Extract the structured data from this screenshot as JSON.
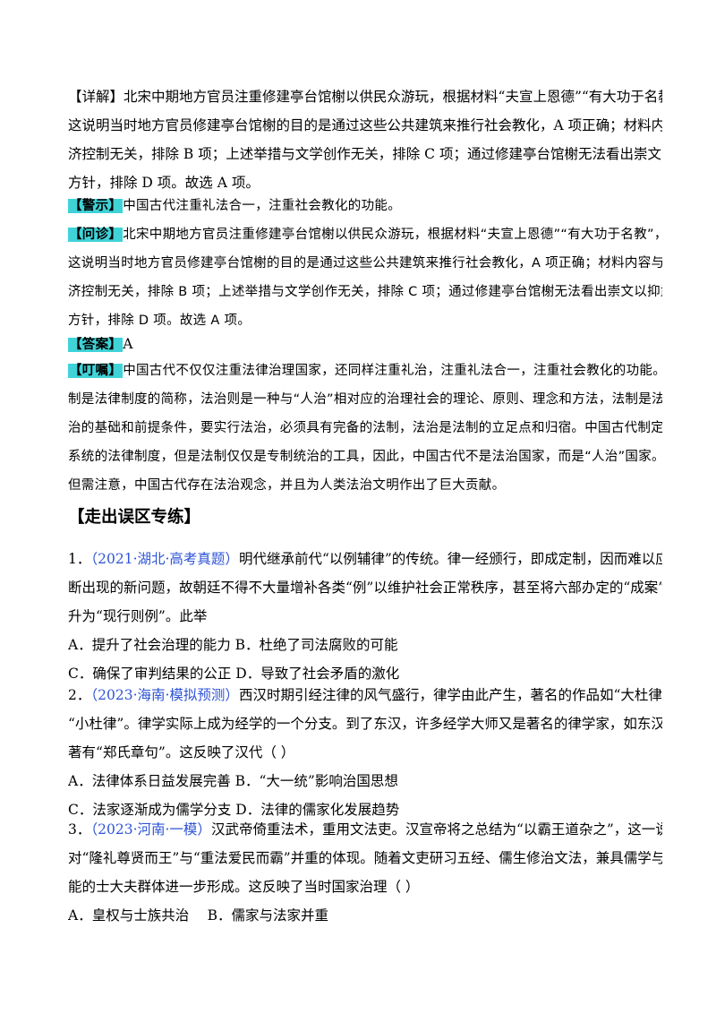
{
  "detail": {
    "label": "【详解】",
    "lines": [
      "北宋中期地方官员注重修建亭台馆榭以供民众游玩，根据材料“夫宣上恩德”“有大功于名教”，",
      "这说明当时地方官员修建亭台馆榭的目的是通过这些公共建筑来推行社会教化，A 项正确；材料内容与经",
      "济控制无关，排除 B 项；上述举措与文学创作无关，排除 C 项；通过修建亭台馆榭无法看出崇文以抑武的",
      "方针，排除 D 项。故选 A 项。"
    ]
  },
  "warning": {
    "label": "【警示】",
    "text": "中国古代注重礼法合一，注重社会教化的功能。"
  },
  "diagnosis": {
    "label": "【问诊】",
    "lines": [
      "北宋中期地方官员注重修建亭台馆榭以供民众游玩，根据材料“夫宣上恩德”“有大功于名教”，",
      "这说明当时地方官员修建亭台馆榭的目的是通过这些公共建筑来推行社会教化，A 项正确；材料内容与经",
      "济控制无关，排除 B 项；上述举措与文学创作无关，排除 C 项；通过修建亭台馆榭无法看出崇文以抑武的",
      "方针，排除 D 项。故选 A 项。"
    ]
  },
  "answer": {
    "label": "【答案】",
    "text": "A"
  },
  "reminder": {
    "label": "【叮嘱】",
    "lines": [
      "中国古代不仅仅注重法律治理国家，还同样注重礼治，注重礼法合一，注重社会教化的功能。法",
      "制是法律制度的简称，法治则是一种与“人治”相对应的治理社会的理论、原则、理念和方法，法制是法",
      "治的基础和前提条件，要实行法治，必须具有完备的法制，法治是法制的立足点和归宿。中国古代制定了",
      "系统的法律制度，但是法制仅仅是专制统治的工具，因此，中国古代不是法治国家，而是“人治”国家。",
      "但需注意，中国古代存在法治观念，并且为人类法治文明作出了巨大贡献。"
    ]
  },
  "section_heading": "【走出误区专练】",
  "questions": [
    {
      "num": "1．",
      "source": "（2021·湖北·高考真题）",
      "lines": [
        "明代继承前代“以例辅律”的传统。律一经颁行，即成定制，因而难以应对不",
        "断出现的新问题，故朝廷不得不大量增补各类“例”以维护社会正常秩序，甚至将六部办定的“成案”提",
        "升为“现行则例”。此举"
      ],
      "options": [
        "A．提升了社会治理的能力 B．杜绝了司法腐败的可能",
        "C．确保了审判结果的公正 D．导致了社会矛盾的激化"
      ]
    },
    {
      "num": "2．",
      "source": "（2023·海南·模拟预测）",
      "lines": [
        "西汉时期引经注律的风气盛行，律学由此产生，著名的作品如“大杜律”和",
        "“小杜律”。律学实际上成为经学的一个分支。到了东汉，许多经学大师又是著名的律学家，如东汉郑玄",
        "著有“郑氏章句”。这反映了汉代（ ）"
      ],
      "options": [
        "A．法律体系日益发展完善 B．“大一统”影响治国思想",
        "C．法家逐渐成为儒学分支 D．法律的儒家化发展趋势"
      ]
    },
    {
      "num": "3．",
      "source": "（2023·河南·一模）",
      "lines": [
        "汉武帝倚重法术，重用文法吏。汉宣帝将之总结为“以霸王道杂之”，这一说法是",
        "对“隆礼尊贤而王”与“重法爱民而霸”并重的体现。随着文吏研习五经、儒生修治文法，兼具儒学与吏",
        "能的士大夫群体进一步形成。这反映了当时国家治理（ ）"
      ],
      "options": [
        "A．皇权与士族共治　 B．儒家与法家并重"
      ]
    }
  ]
}
